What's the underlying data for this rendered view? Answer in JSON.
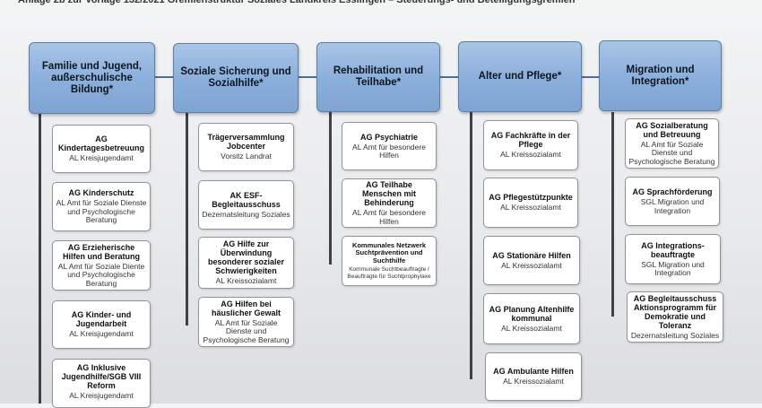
{
  "top_caption": "Anlage 2b zur Vorlage 132/2021 Gremienstruktur Soziales Landkreis Esslingen – Steuerungs- und Beteiligungsgremien",
  "columns": [
    {
      "title": "Familie und Jugend, außerschulische Bildung*",
      "boxes": [
        {
          "title": "AG Kindertagesbetreuung",
          "sub": "AL Kreisjugendamt"
        },
        {
          "title": "AG Kinderschutz",
          "sub": "AL Amt für Soziale Dienste und Psychologische Beratung"
        },
        {
          "title": "AG Erzieherische Hilfen und Beratung",
          "sub": "AL Amt für Soziale Diente und Psychologische Beratung"
        },
        {
          "title": "AG Kinder- und Jugendarbeit",
          "sub": "AL Kreisjugendamt"
        },
        {
          "title": "AG Inklusive Jugendhilfe/SGB VIII Reform",
          "sub": "AL Kreisjugendamt"
        }
      ]
    },
    {
      "title": "Soziale Sicherung und Sozialhilfe*",
      "boxes": [
        {
          "title": "Trägerversammlung Jobcenter",
          "sub": "Vorsitz Landrat"
        },
        {
          "title": "AK ESF-Begleitausschuss",
          "sub": "Dezernatsleitung Soziales"
        },
        {
          "title": "AG Hilfe zur Überwindung besonderer sozialer Schwierigkeiten",
          "sub": "AL Kreissozialamt"
        },
        {
          "title": "AG Hilfen bei häuslicher Gewalt",
          "sub": "AL Amt für Soziale Dienste und Psychologische Beratung"
        }
      ]
    },
    {
      "title": "Rehabilitation und Teilhabe*",
      "boxes": [
        {
          "title": "AG Psychiatrie",
          "sub": "AL Amt für besondere Hilfen"
        },
        {
          "title": "AG Teilhabe Menschen mit Behinderung",
          "sub": "AL Amt für besondere Hilfen"
        },
        {
          "title": "Kommunales Netzwerk Suchtprävention und Suchthilfe",
          "sub": "Kommunale Suchtbeauftragte / Beauftragte für Suchtprophylaxe"
        }
      ]
    },
    {
      "title": "Alter und Pflege*",
      "boxes": [
        {
          "title": "AG Fachkräfte in der Pflege",
          "sub": "AL Kreissozialamt"
        },
        {
          "title": "AG Pflegestützpunkte",
          "sub": "AL Kreissozialamt"
        },
        {
          "title": "AG Stationäre Hilfen",
          "sub": "AL Kreissozialamt"
        },
        {
          "title": "AG Planung Altenhilfe kommunal",
          "sub": "AL Kreissozialamt"
        },
        {
          "title": "AG Ambulante Hilfen",
          "sub": "AL Kreissozialamt"
        }
      ]
    },
    {
      "title": "Migration und Integration*",
      "boxes": [
        {
          "title": "AG Sozialberatung und Betreuung",
          "sub": "AL Amt für Soziale Dienste und Psychologische Beratung"
        },
        {
          "title": "AG Sprachförderung",
          "sub": "SGL Migration und Integration"
        },
        {
          "title": "AG Integrations-beauftragte",
          "sub": "SGL Migration und Integration"
        },
        {
          "title": "AG Begleitausschuss Aktionsprogramm für Demokratie und Toleranz",
          "sub": "Dezernatsleitung Soziales"
        }
      ]
    }
  ]
}
